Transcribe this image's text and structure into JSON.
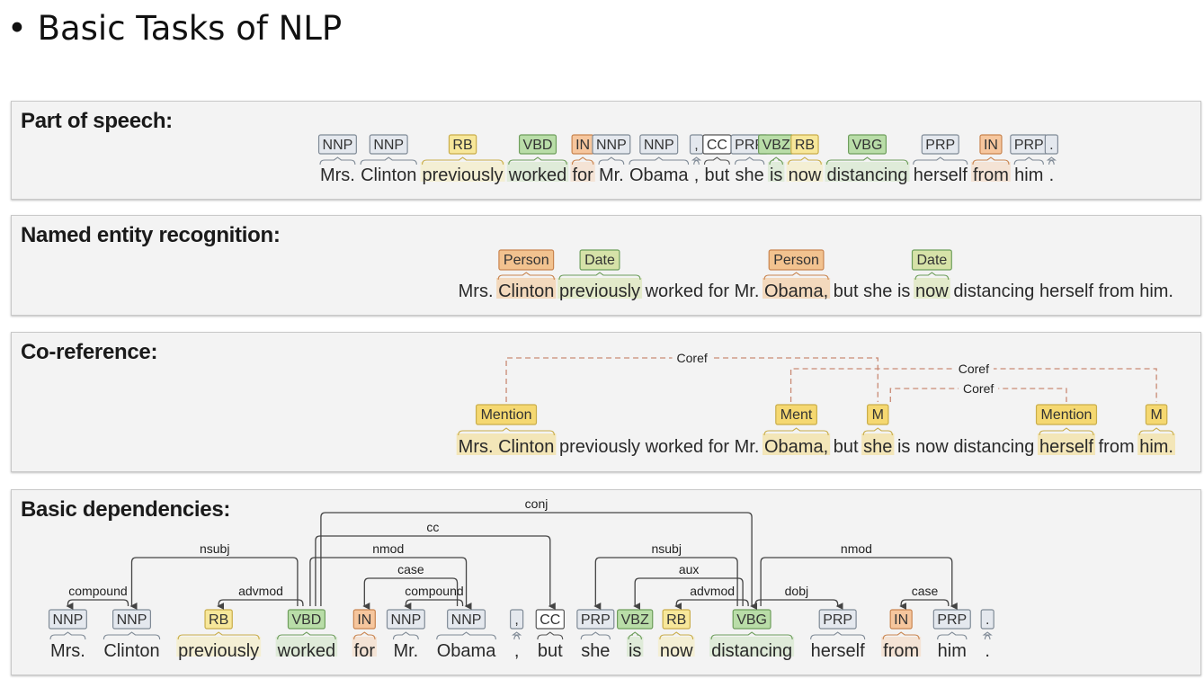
{
  "title": "Basic Tasks of NLP",
  "colors": {
    "tag_gray_fill": "#e4e8ee",
    "tag_gray_stroke": "#7f8a96",
    "tag_yellow_fill": "#f7e79a",
    "tag_yellow_stroke": "#c9ad4a",
    "tag_green_fill": "#b9dda8",
    "tag_green_stroke": "#6e9e5c",
    "tag_orange_fill": "#f6c69d",
    "tag_orange_stroke": "#c98550",
    "tag_white_fill": "#ffffff",
    "tag_white_stroke": "#555555",
    "person_fill": "#f2c28f",
    "date_fill": "#d6e2a8",
    "mention_fill": "#f5d871",
    "coref_line": "#c98a74",
    "arc": "#444444"
  },
  "pos": {
    "title": "Part of speech:",
    "tokens": [
      {
        "word": "Mrs.",
        "tag": "NNP",
        "color": "gray"
      },
      {
        "word": "Clinton",
        "tag": "NNP",
        "color": "gray"
      },
      {
        "word": "previously",
        "tag": "RB",
        "color": "yellow"
      },
      {
        "word": "worked",
        "tag": "VBD",
        "color": "green"
      },
      {
        "word": "for",
        "tag": "IN",
        "color": "orange"
      },
      {
        "word": "Mr.",
        "tag": "NNP",
        "color": "gray"
      },
      {
        "word": "Obama",
        "tag": "NNP",
        "color": "gray"
      },
      {
        "word": ",",
        "tag": ",",
        "color": "gray"
      },
      {
        "word": "but",
        "tag": "CC",
        "color": "white"
      },
      {
        "word": "she",
        "tag": "PRP",
        "color": "gray"
      },
      {
        "word": "is",
        "tag": "VBZ",
        "color": "green"
      },
      {
        "word": "now",
        "tag": "RB",
        "color": "yellow"
      },
      {
        "word": "distancing",
        "tag": "VBG",
        "color": "green"
      },
      {
        "word": "herself",
        "tag": "PRP",
        "color": "gray"
      },
      {
        "word": "from",
        "tag": "IN",
        "color": "orange"
      },
      {
        "word": "him",
        "tag": "PRP",
        "color": "gray"
      },
      {
        "word": ".",
        "tag": ".",
        "color": "gray"
      }
    ]
  },
  "ner": {
    "title": "Named entity recognition:",
    "words": [
      "Mrs.",
      "Clinton",
      "previously",
      "worked",
      "for",
      "Mr.",
      "Obama,",
      "but",
      "she",
      "is",
      "now",
      "distancing",
      "herself",
      "from",
      "him."
    ],
    "entities": [
      {
        "word_index": 1,
        "label": "Person",
        "kind": "person"
      },
      {
        "word_index": 2,
        "label": "Date",
        "kind": "date"
      },
      {
        "word_index": 6,
        "label": "Person",
        "kind": "person"
      },
      {
        "word_index": 10,
        "label": "Date",
        "kind": "date"
      }
    ]
  },
  "coref": {
    "title": "Co-reference:",
    "words": [
      "Mrs. Clinton",
      "previously",
      "worked",
      "for",
      "Mr.",
      "Obama,",
      "but",
      "she",
      "is",
      "now",
      "distancing",
      "herself",
      "from",
      "him."
    ],
    "mentions": [
      {
        "word_index": 0,
        "label": "Mention"
      },
      {
        "word_index": 5,
        "label": "Ment"
      },
      {
        "word_index": 7,
        "label": "M"
      },
      {
        "word_index": 11,
        "label": "Mention"
      },
      {
        "word_index": 13,
        "label": "M"
      }
    ],
    "links": [
      {
        "from": 0,
        "to": 2,
        "label": "Coref",
        "level": 1
      },
      {
        "from": 1,
        "to": 4,
        "label": "Coref",
        "level": 2
      },
      {
        "from": 2,
        "to": 3,
        "label": "Coref",
        "level": 3
      }
    ]
  },
  "deps": {
    "title": "Basic dependencies:",
    "tokens": [
      {
        "word": "Mrs.",
        "tag": "NNP",
        "color": "gray"
      },
      {
        "word": "Clinton",
        "tag": "NNP",
        "color": "gray"
      },
      {
        "word": "previously",
        "tag": "RB",
        "color": "yellow"
      },
      {
        "word": "worked",
        "tag": "VBD",
        "color": "green"
      },
      {
        "word": "for",
        "tag": "IN",
        "color": "orange"
      },
      {
        "word": "Mr.",
        "tag": "NNP",
        "color": "gray"
      },
      {
        "word": "Obama",
        "tag": "NNP",
        "color": "gray"
      },
      {
        "word": ",",
        "tag": ",",
        "color": "gray"
      },
      {
        "word": "but",
        "tag": "CC",
        "color": "white"
      },
      {
        "word": "she",
        "tag": "PRP",
        "color": "gray"
      },
      {
        "word": "is",
        "tag": "VBZ",
        "color": "green"
      },
      {
        "word": "now",
        "tag": "RB",
        "color": "yellow"
      },
      {
        "word": "distancing",
        "tag": "VBG",
        "color": "green"
      },
      {
        "word": "herself",
        "tag": "PRP",
        "color": "gray"
      },
      {
        "word": "from",
        "tag": "IN",
        "color": "orange"
      },
      {
        "word": "him",
        "tag": "PRP",
        "color": "gray"
      },
      {
        "word": ".",
        "tag": ".",
        "color": "gray"
      }
    ],
    "arcs": [
      {
        "head": 1,
        "dep": 0,
        "label": "compound",
        "level": 1
      },
      {
        "head": 3,
        "dep": 2,
        "label": "advmod",
        "level": 1
      },
      {
        "head": 6,
        "dep": 5,
        "label": "compound",
        "level": 1
      },
      {
        "head": 12,
        "dep": 11,
        "label": "advmod",
        "level": 1
      },
      {
        "head": 12,
        "dep": 13,
        "label": "dobj",
        "level": 1
      },
      {
        "head": 15,
        "dep": 14,
        "label": "case",
        "level": 1
      },
      {
        "head": 6,
        "dep": 4,
        "label": "case",
        "level": 2
      },
      {
        "head": 12,
        "dep": 10,
        "label": "aux",
        "level": 2
      },
      {
        "head": 3,
        "dep": 1,
        "label": "nsubj",
        "level": 3
      },
      {
        "head": 3,
        "dep": 6,
        "label": "nmod",
        "level": 3
      },
      {
        "head": 12,
        "dep": 9,
        "label": "nsubj",
        "level": 3
      },
      {
        "head": 12,
        "dep": 15,
        "label": "nmod",
        "level": 3
      },
      {
        "head": 3,
        "dep": 8,
        "label": "cc",
        "level": 4
      },
      {
        "head": 3,
        "dep": 12,
        "label": "conj",
        "level": 5
      }
    ]
  }
}
